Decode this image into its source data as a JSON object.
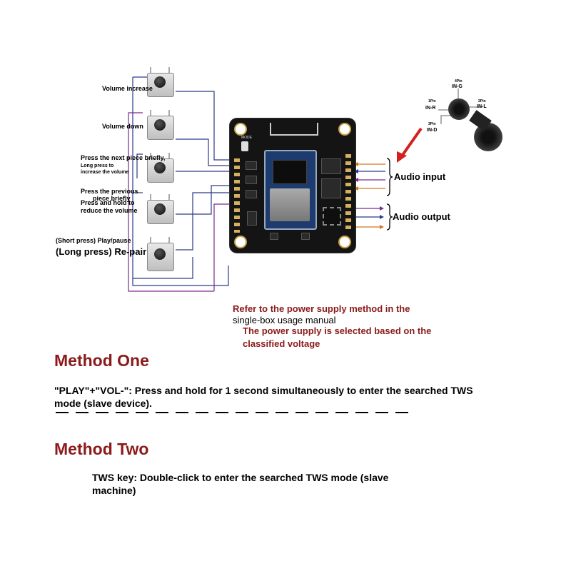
{
  "buttons": [
    {
      "label": "Volume increase"
    },
    {
      "label": "Volume down"
    },
    {
      "label_line1": "Press the next piece briefly,",
      "label_line2": "Long press to",
      "label_line3": "increase the volume"
    },
    {
      "label_line1": "Press the previous",
      "label_line2": "piece briefly",
      "label_line3": "Press and hold to",
      "label_line4": "reduce the volume"
    },
    {
      "label_line1": "(Short press) Play/pause",
      "label_line2": "(Long press) Re-pair"
    }
  ],
  "board": {
    "mode_label": "MODE"
  },
  "jack_labels": {
    "pin4_num": "4Pin",
    "pin4": "IN-G",
    "pin1_num": "1Pin",
    "pin1": "IN-R",
    "pin2_num": "2Pin",
    "pin2": "IN-L",
    "pin3_num": "3Pin",
    "pin3": "IN-D"
  },
  "audio_input_label": "Audio input",
  "audio_output_label": "Audio output",
  "power_note": {
    "line1": "Refer to the power supply method in the",
    "line2": "single-box usage manual",
    "line3": "The power supply is selected based on the",
    "line4": "classified voltage"
  },
  "method_one": {
    "title": "Method One",
    "text_line1": "\"PLAY\"+\"VOL-\": Press and hold for 1 second simultaneously to enter the searched TWS",
    "text_line2": "mode (slave device)."
  },
  "method_two": {
    "title": "Method Two",
    "text_line1": "TWS key: Double-click to enter the searched TWS mode (slave",
    "text_line2": "machine)"
  },
  "colors": {
    "title_red": "#8b1a1a",
    "wire_blue": "#2a3a8a",
    "wire_purple": "#7a2a8a",
    "wire_orange": "#d4781e",
    "arrow_red": "#d42020"
  }
}
